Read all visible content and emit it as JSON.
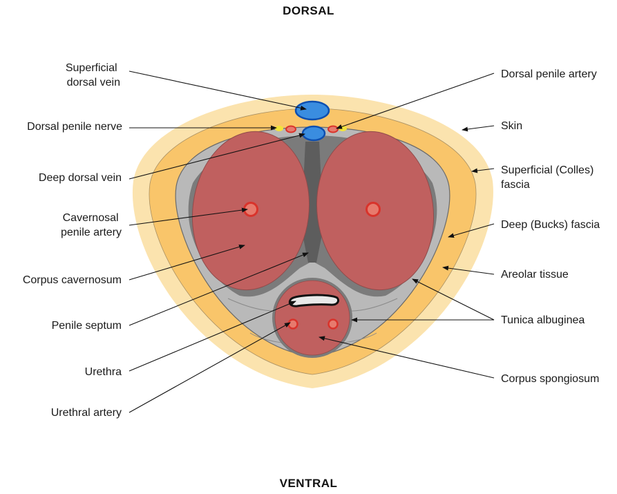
{
  "headings": {
    "top": "DORSAL",
    "bottom": "VENTRAL"
  },
  "labels": {
    "superficial_dorsal_vein": [
      "Superficial",
      "dorsal  vein"
    ],
    "dorsal_penile_nerve": "Dorsal penile nerve",
    "deep_dorsal_vein": "Deep dorsal vein",
    "cavernosal_penile_artery": [
      "Cavernosal",
      "penile artery"
    ],
    "corpus_cavernosum": "Corpus cavernosum",
    "penile_septum": "Penile septum",
    "urethra": "Urethra",
    "urethral_artery": "Urethral artery",
    "dorsal_penile_artery": "Dorsal penile artery",
    "skin": "Skin",
    "superficial_colles_fascia": [
      "Superficial (Colles)",
      "fascia"
    ],
    "deep_bucks_fascia": "Deep (Bucks) fascia",
    "areolar_tissue": "Areolar tissue",
    "tunica_albuginea": "Tunica albuginea",
    "corpus_spongiosum": "Corpus spongiosum"
  },
  "colors": {
    "skin": "#fbe3ae",
    "colles_fascia": "#f9c56a",
    "bucks_fascia": "#b9b9b9",
    "tunica_albuginea": "#7b7b7b",
    "erectile_tissue": "#c0605f",
    "vein": "#3a8de0",
    "artery": "#d9332b",
    "nerve": "#f2e33a",
    "urethra": "#e9e9e9"
  }
}
